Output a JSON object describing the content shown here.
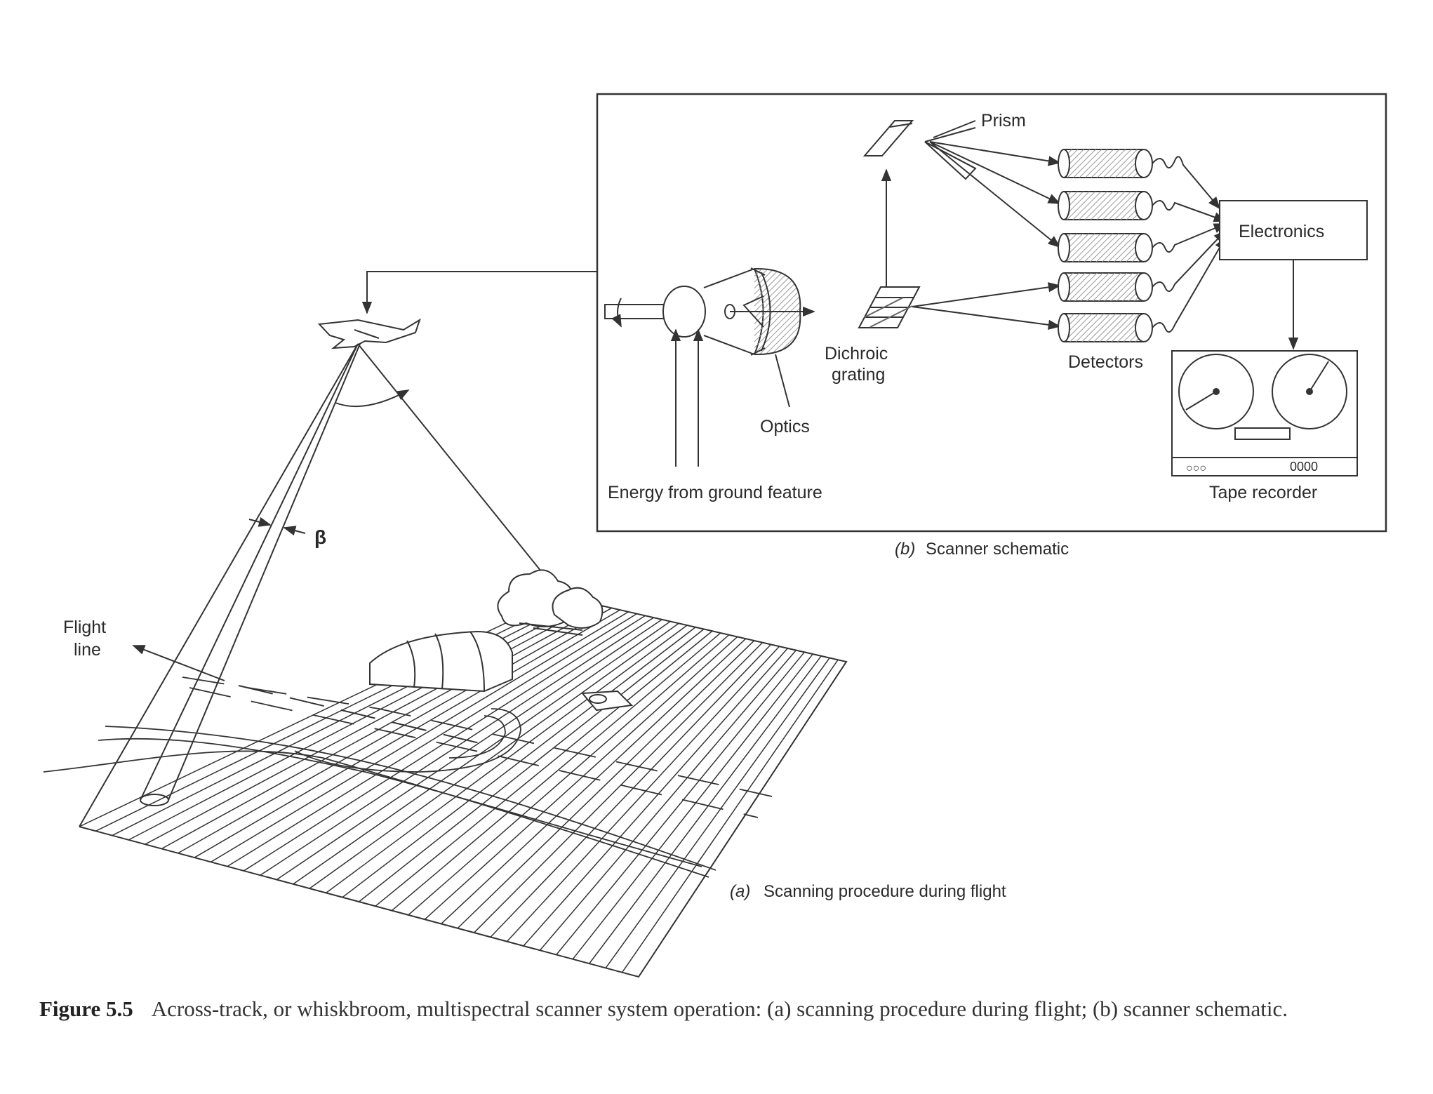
{
  "labels": {
    "prism": "Prism",
    "electronics": "Electronics",
    "dichroic": "Dichroic",
    "grating": "grating",
    "detectors": "Detectors",
    "optics": "Optics",
    "energy": "Energy from ground feature",
    "tape_recorder": "Tape recorder",
    "tape_counter": "0000",
    "tape_buttons": "○○○",
    "beta": "β",
    "flight": "Flight",
    "line": "line"
  },
  "subcaptions": {
    "b_letter": "(b)",
    "b_text": "Scanner schematic",
    "a_letter": "(a)",
    "a_text": "Scanning procedure during flight"
  },
  "caption": {
    "number": "Figure 5.5",
    "text": "Across-track, or whiskbroom, multispectral scanner system operation: (a) scanning procedure during flight; (b) scanner schematic."
  }
}
